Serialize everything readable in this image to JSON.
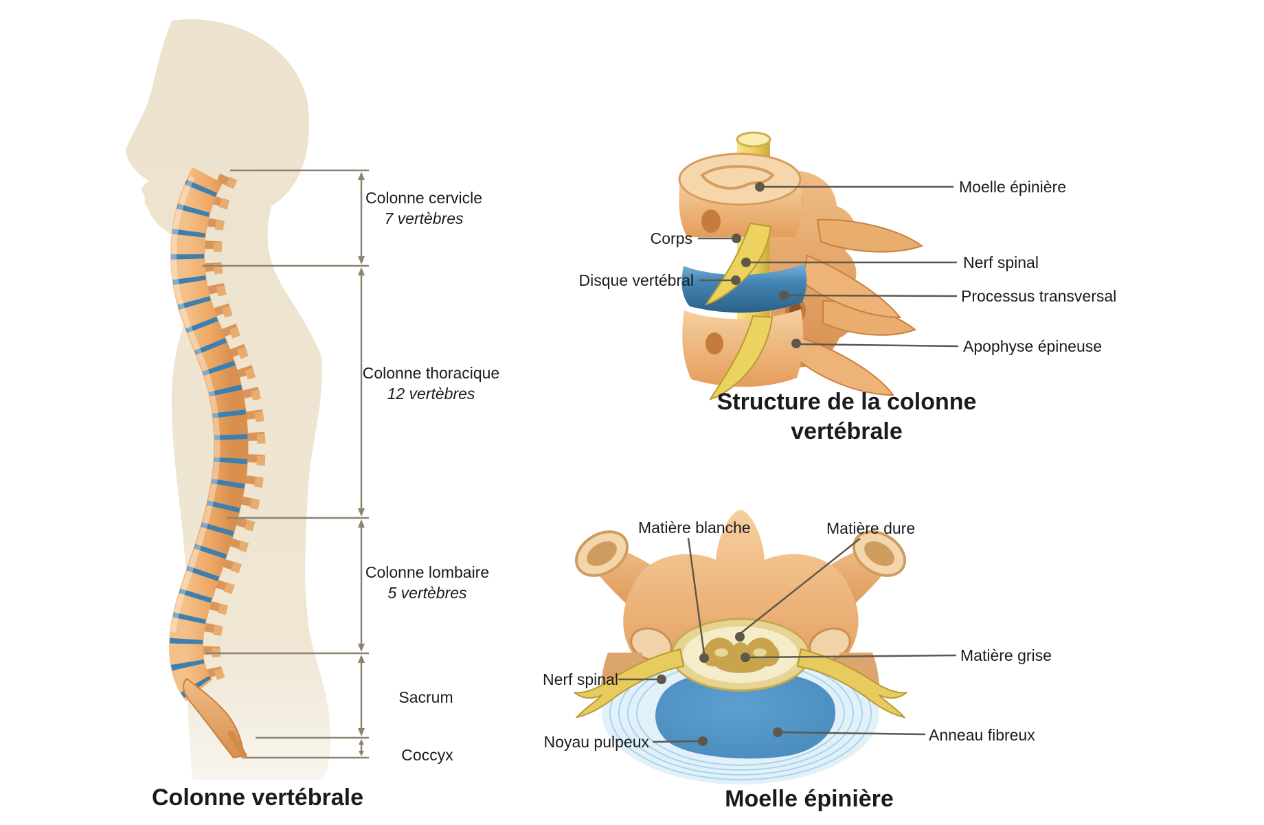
{
  "figure1": {
    "title": "Colonne vertébrale",
    "sections": [
      {
        "name": "Colonne cervicle",
        "count": "7 vertèbres"
      },
      {
        "name": "Colonne thoracique",
        "count": "12 vertèbres"
      },
      {
        "name": "Colonne lombaire",
        "count": "5 vertèbres"
      },
      {
        "name": "Sacrum",
        "count": ""
      },
      {
        "name": "Coccyx",
        "count": ""
      }
    ]
  },
  "figure2": {
    "title_line1": "Structure de la colonne",
    "title_line2": "vertébrale",
    "labels": {
      "moelle": "Moelle épinière",
      "corps": "Corps",
      "nerf": "Nerf spinal",
      "disque": "Disque vertébral",
      "processus": "Processus transversal",
      "apophyse": "Apophyse épineuse"
    }
  },
  "figure3": {
    "title": "Moelle épinière",
    "labels": {
      "blanche": "Matière blanche",
      "dure": "Matière dure",
      "grise": "Matière grise",
      "nerf": "Nerf spinal",
      "noyau": "Noyau pulpeux",
      "anneau": "Anneau fibreux"
    }
  },
  "colors": {
    "silhouette": "#ece2cd",
    "bone_orange": "#eda763",
    "disc_blue": "#3d7fae",
    "nerve_yellow": "#e9cf62",
    "measure_line": "#8d8170",
    "callout_line": "#5f5749",
    "text": "#1b1b1b"
  }
}
